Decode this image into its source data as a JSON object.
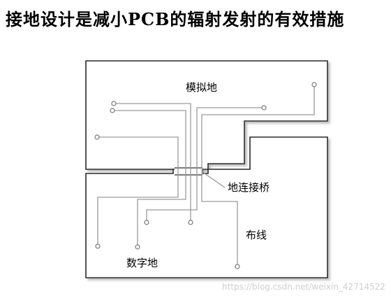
{
  "title": "接地设计是减小PCB的辐射发射的有效措施",
  "labels": {
    "analog_ground": "模拟地",
    "ground_bridge": "地连接桥",
    "routing": "布线",
    "digital_ground": "数字地"
  },
  "watermark": "https://blog.csdn.net/weixin_42714522"
}
